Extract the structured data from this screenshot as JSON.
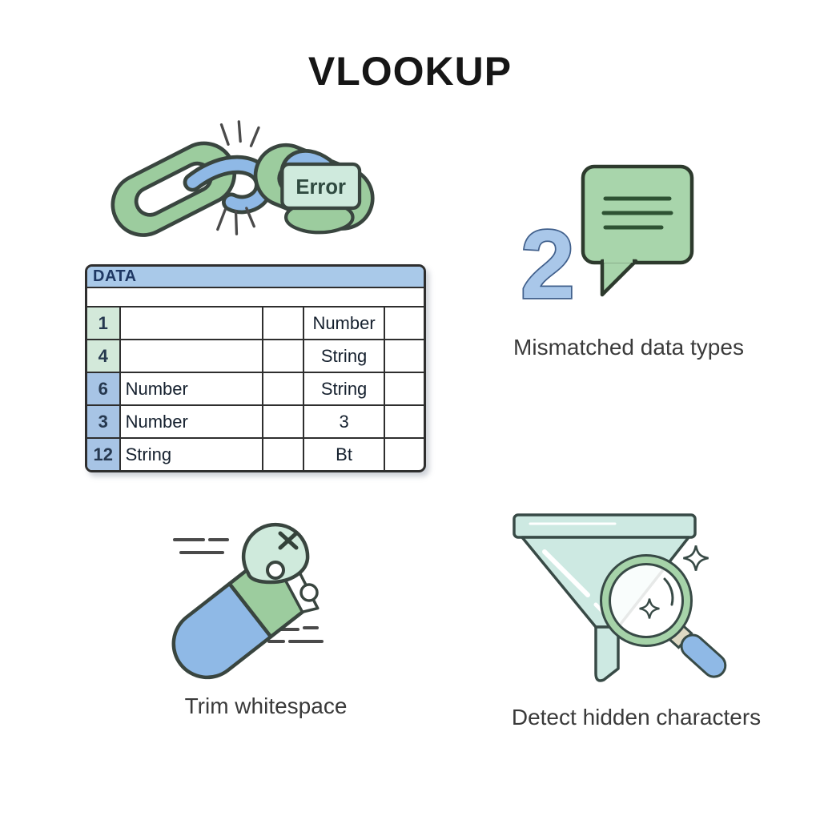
{
  "title": "VLOOKUP",
  "error_chain": {
    "badge_label": "Error"
  },
  "table": {
    "header": "DATA",
    "rows": [
      {
        "cells": [
          "1",
          "",
          "",
          "Number",
          ""
        ]
      },
      {
        "cells": [
          "4",
          "",
          "",
          "String",
          ""
        ]
      },
      {
        "cells": [
          "6",
          "Number",
          "",
          "String",
          ""
        ]
      },
      {
        "cells": [
          "3",
          "Number",
          "",
          "3",
          ""
        ]
      },
      {
        "cells": [
          "12",
          "String",
          "",
          "Bt",
          ""
        ]
      }
    ]
  },
  "mismatched": {
    "number": "2",
    "caption": "Mismatched data types"
  },
  "trim": {
    "caption": "Trim whitespace"
  },
  "detect": {
    "caption": "Detect hidden characters"
  },
  "icons": {
    "broken_chain": "broken-chain-icon",
    "error_badge": "error-badge",
    "speech_bubble": "speech-bubble-icon",
    "number_two": "number-two-glyph",
    "pill_capsule": "pill-capsule-icon",
    "funnel": "funnel-icon",
    "magnifier": "magnifier-icon",
    "sparkle": "sparkle-icon"
  },
  "colors": {
    "chain_green": "#9ccc9e",
    "link_blue": "#8fb9e6",
    "badge_mint": "#cfeadd",
    "bubble_green": "#a8d5ab",
    "numeral_blue": "#a9c7e9",
    "funnel_mint": "#cde9e2",
    "table_header_blue": "#a9c9e9",
    "row_green": "#d3e9da",
    "row_blue": "#a7c4e5",
    "outline_dark": "#39453f",
    "caption_text": "#3a3a3a",
    "header_text": "#1f3864"
  }
}
